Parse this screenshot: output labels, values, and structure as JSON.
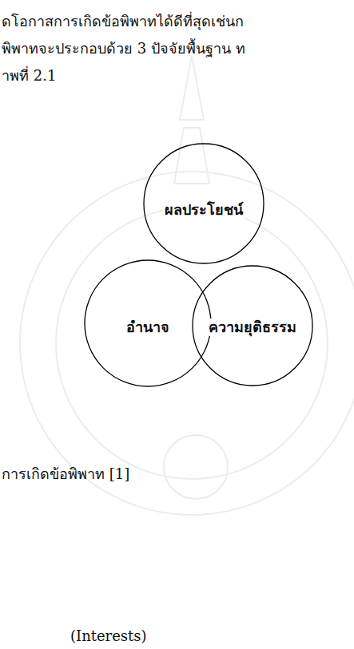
{
  "diagram": {
    "caption": "การเกิดข้อพิพาท [1]",
    "nodes": [
      {
        "text": [
          "ผลประโยชน์"
        ]
      },
      {
        "text": [
          "อำนาจ"
        ]
      },
      {
        "text": [
          "ความยุติธรรม"
        ]
      }
    ],
    "labels": [
      "ดโอกาสการเกิดข้อพิพาทได้ดีที่สุดเช่นก",
      "พิพาทจะประกอบด้วย 3 ปัจจัยพื้นฐาน ท",
      "าพที่ 2.1",
      "(Interests)"
    ]
  }
}
